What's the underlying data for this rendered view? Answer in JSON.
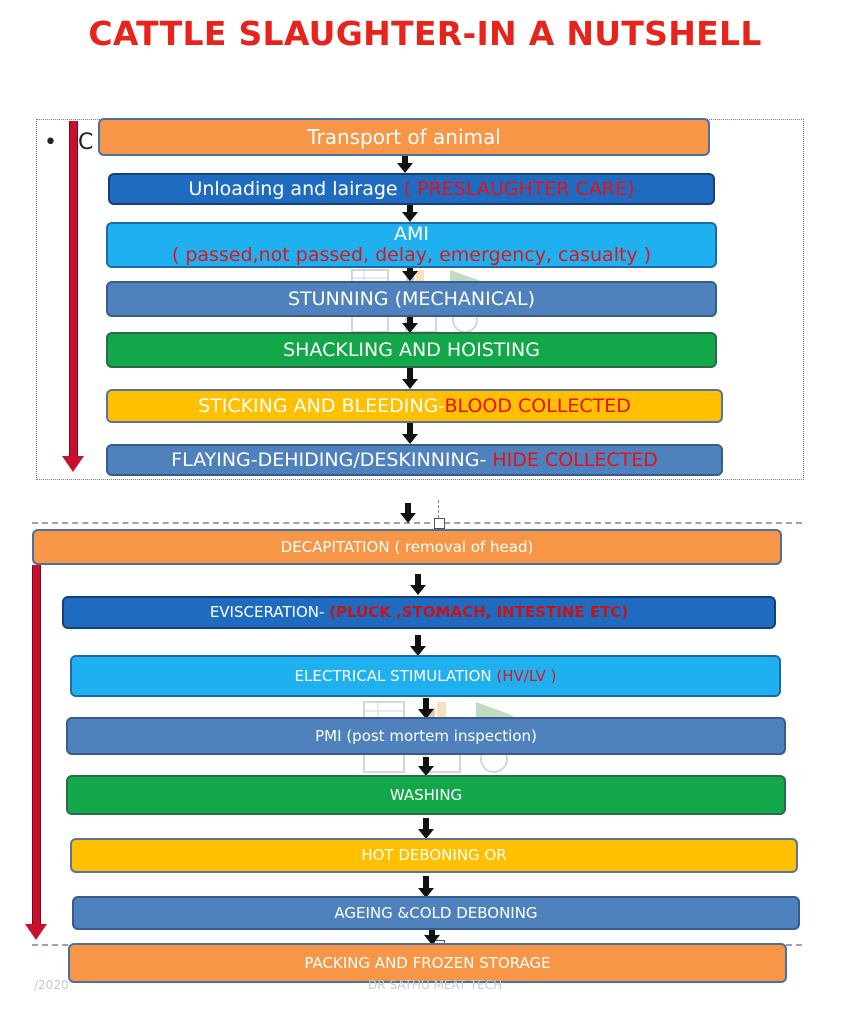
{
  "title": "CATTLE SLAUGHTER-IN A NUTSHELL",
  "bullet": {
    "symbol": "•",
    "letter": "C"
  },
  "steps": [
    {
      "id": "transport",
      "text": "Transport of animal",
      "note": ""
    },
    {
      "id": "unloading",
      "text": "Unloading and lairage ",
      "note": "( PRESLAUGHTER CARE)"
    },
    {
      "id": "ami",
      "text": "AMI",
      "note": "( passed,not passed, delay, emergency, casualty )"
    },
    {
      "id": "stunning",
      "text": "STUNNING (MECHANICAL)",
      "note": ""
    },
    {
      "id": "shackling",
      "text": "SHACKLING AND HOISTING",
      "note": ""
    },
    {
      "id": "sticking",
      "text": "STICKING AND BLEEDING-",
      "note": "BLOOD COLLECTED"
    },
    {
      "id": "flaying",
      "text": "FLAYING-DEHIDING/DESKINNING- ",
      "note": "HIDE COLLECTED"
    },
    {
      "id": "decapitation",
      "text": "DECAPITATION ( removal of head)",
      "note": ""
    },
    {
      "id": "evisceration",
      "text": "EVISCERATION- ",
      "note": "(PLUCK ,STOMACH, INTESTINE ETC)"
    },
    {
      "id": "electrical",
      "text": "ELECTRICAL STIMULATION ",
      "note": "(HV/LV )"
    },
    {
      "id": "pmi",
      "text": "PMI (post mortem inspection)",
      "note": ""
    },
    {
      "id": "washing",
      "text": "WASHING",
      "note": ""
    },
    {
      "id": "hot-deboning",
      "text": "HOT DEBONING  OR",
      "note": ""
    },
    {
      "id": "ageing",
      "text": "AGEING &COLD DEBONING",
      "note": ""
    },
    {
      "id": "packing",
      "text": "PACKING AND  FROZEN STORAGE",
      "note": ""
    }
  ],
  "footer": {
    "left": "/2020",
    "center": "DR SATHU MEAT TECH"
  },
  "colors": {
    "title": "#e8231b",
    "orange": "#f79646",
    "dark_blue": "#1f6bc0",
    "sky_blue": "#1fb0ef",
    "steel_blue": "#4f81bd",
    "green": "#12a849",
    "yellow": "#ffc000",
    "red_text": "#e3121b",
    "red_arrow": "#c8102e"
  }
}
